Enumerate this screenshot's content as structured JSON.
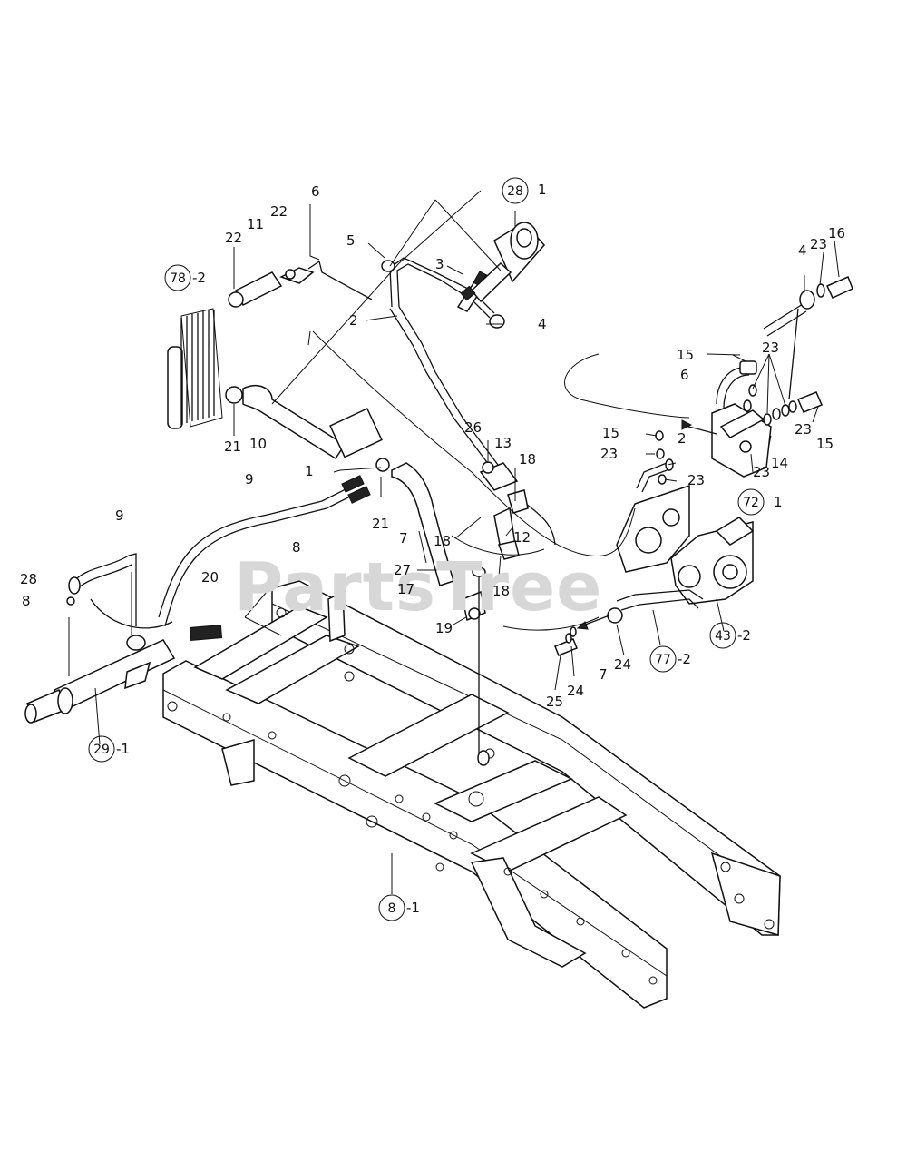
{
  "watermark": "PartsTree",
  "labels": [
    {
      "id": "l1",
      "text": "1"
    },
    {
      "id": "l6a",
      "text": "6"
    },
    {
      "id": "l22a",
      "text": "22"
    },
    {
      "id": "l11",
      "text": "11"
    },
    {
      "id": "l22b",
      "text": "22"
    },
    {
      "id": "l5",
      "text": "5"
    },
    {
      "id": "l3",
      "text": "3"
    },
    {
      "id": "l2a",
      "text": "2"
    },
    {
      "id": "l4a",
      "text": "4"
    },
    {
      "id": "l4b",
      "text": "4"
    },
    {
      "id": "l23a",
      "text": "23"
    },
    {
      "id": "l16",
      "text": "16"
    },
    {
      "id": "l15a",
      "text": "15"
    },
    {
      "id": "l23b",
      "text": "23"
    },
    {
      "id": "l6b",
      "text": "6"
    },
    {
      "id": "l21a",
      "text": "21"
    },
    {
      "id": "l10",
      "text": "10"
    },
    {
      "id": "l26",
      "text": "26"
    },
    {
      "id": "l13",
      "text": "13"
    },
    {
      "id": "l15b",
      "text": "15"
    },
    {
      "id": "l23c",
      "text": "23"
    },
    {
      "id": "l2b",
      "text": "2"
    },
    {
      "id": "l23d",
      "text": "23"
    },
    {
      "id": "l23e",
      "text": "23"
    },
    {
      "id": "l14",
      "text": "14"
    },
    {
      "id": "l23f",
      "text": "23"
    },
    {
      "id": "l15c",
      "text": "15"
    },
    {
      "id": "l18a",
      "text": "18"
    },
    {
      "id": "l9a",
      "text": "9"
    },
    {
      "id": "l9b",
      "text": "9"
    },
    {
      "id": "l8a",
      "text": "8"
    },
    {
      "id": "l21b",
      "text": "21"
    },
    {
      "id": "l7a",
      "text": "7"
    },
    {
      "id": "l18b",
      "text": "18"
    },
    {
      "id": "l12",
      "text": "12"
    },
    {
      "id": "l1b",
      "text": "1"
    },
    {
      "id": "l20",
      "text": "20"
    },
    {
      "id": "l28",
      "text": "28"
    },
    {
      "id": "l8b",
      "text": "8"
    },
    {
      "id": "l27",
      "text": "27"
    },
    {
      "id": "l17",
      "text": "17"
    },
    {
      "id": "l18c",
      "text": "18"
    },
    {
      "id": "l19",
      "text": "19"
    },
    {
      "id": "l24a",
      "text": "24"
    },
    {
      "id": "l7b",
      "text": "7"
    },
    {
      "id": "l25",
      "text": "25"
    },
    {
      "id": "l24b",
      "text": "24"
    }
  ],
  "callouts": [
    {
      "id": "c28",
      "num": "28",
      "suffix": ""
    },
    {
      "id": "c78",
      "num": "78",
      "suffix": "-2"
    },
    {
      "id": "c72",
      "num": "72",
      "suffix": "1"
    },
    {
      "id": "c43",
      "num": "43",
      "suffix": "-2"
    },
    {
      "id": "c77",
      "num": "77",
      "suffix": "-2"
    },
    {
      "id": "c29",
      "num": "29",
      "suffix": "-1"
    },
    {
      "id": "c8",
      "num": "8",
      "suffix": "-1"
    }
  ]
}
